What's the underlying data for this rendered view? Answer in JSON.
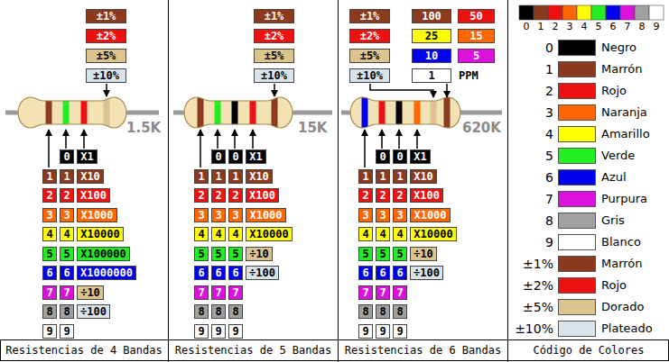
{
  "diagram": {
    "nodes": [
      {
        "text": [
          "±1%"
        ]
      },
      {
        "text": [
          "±2%"
        ]
      },
      {
        "text": [
          "±5%"
        ]
      },
      {
        "text": [
          "±10%"
        ]
      },
      {
        "text": [
          "1"
        ]
      },
      {
        "text": [
          "2"
        ]
      },
      {
        "text": [
          "3"
        ]
      },
      {
        "text": [
          "4"
        ]
      },
      {
        "text": [
          "5"
        ]
      },
      {
        "text": [
          "6"
        ]
      },
      {
        "text": [
          "7"
        ]
      },
      {
        "text": [
          "8"
        ]
      },
      {
        "text": [
          "9"
        ]
      },
      {
        "text": [
          "0"
        ]
      },
      {
        "text": [
          "1"
        ]
      },
      {
        "text": [
          "2"
        ]
      },
      {
        "text": [
          "3"
        ]
      },
      {
        "text": [
          "4"
        ]
      },
      {
        "text": [
          "5"
        ]
      },
      {
        "text": [
          "6"
        ]
      },
      {
        "text": [
          "7"
        ]
      },
      {
        "text": [
          "8"
        ]
      },
      {
        "text": [
          "9"
        ]
      },
      {
        "text": [
          "X1"
        ]
      },
      {
        "text": [
          "X10"
        ]
      },
      {
        "text": [
          "X100"
        ]
      },
      {
        "text": [
          "X1000"
        ]
      },
      {
        "text": [
          "X10000"
        ]
      },
      {
        "text": [
          "X100000"
        ]
      },
      {
        "text": [
          "X1000000"
        ]
      },
      {
        "text": [
          "÷10"
        ]
      },
      {
        "text": [
          "÷100"
        ]
      },
      {
        "text": [
          "±1%"
        ]
      },
      {
        "text": [
          "±2%"
        ]
      },
      {
        "text": [
          "±5%"
        ]
      },
      {
        "text": [
          "±10%"
        ]
      },
      {
        "text": [
          "1"
        ]
      },
      {
        "text": [
          "2"
        ]
      },
      {
        "text": [
          "3"
        ]
      },
      {
        "text": [
          "4"
        ]
      },
      {
        "text": [
          "5"
        ]
      },
      {
        "text": [
          "6"
        ]
      },
      {
        "text": [
          "7"
        ]
      },
      {
        "text": [
          "8"
        ]
      },
      {
        "text": [
          "9"
        ]
      },
      {
        "text": [
          "0"
        ]
      },
      {
        "text": [
          "1"
        ]
      },
      {
        "text": [
          "2"
        ]
      },
      {
        "text": [
          "3"
        ]
      },
      {
        "text": [
          "4"
        ]
      },
      {
        "text": [
          "5"
        ]
      },
      {
        "text": [
          "6"
        ]
      },
      {
        "text": [
          "7"
        ]
      },
      {
        "text": [
          "8"
        ]
      },
      {
        "text": [
          "9"
        ]
      },
      {
        "text": [
          "0"
        ]
      },
      {
        "text": [
          "1"
        ]
      },
      {
        "text": [
          "2"
        ]
      },
      {
        "text": [
          "3"
        ]
      },
      {
        "text": [
          "4"
        ]
      },
      {
        "text": [
          "5"
        ]
      },
      {
        "text": [
          "6"
        ]
      },
      {
        "text": [
          "7"
        ]
      },
      {
        "text": [
          "8"
        ]
      },
      {
        "text": [
          "9"
        ]
      },
      {
        "text": [
          "X1"
        ]
      },
      {
        "text": [
          "X10"
        ]
      },
      {
        "text": [
          "X100"
        ]
      },
      {
        "text": [
          "X1000"
        ]
      },
      {
        "text": [
          "X10000"
        ]
      },
      {
        "text": [
          "÷10"
        ]
      },
      {
        "text": [
          "÷100"
        ]
      },
      {
        "text": [
          "±1%"
        ]
      },
      {
        "text": [
          "±2%"
        ]
      },
      {
        "text": [
          "±5%"
        ]
      },
      {
        "text": [
          "±10%"
        ]
      },
      {
        "text": [
          "100"
        ]
      },
      {
        "text": [
          "50"
        ]
      },
      {
        "text": [
          "25"
        ]
      },
      {
        "text": [
          "15"
        ]
      },
      {
        "text": [
          "10"
        ]
      },
      {
        "text": [
          "5"
        ]
      },
      {
        "text": [
          "1"
        ]
      },
      {
        "text": [
          "1"
        ]
      },
      {
        "text": [
          "2"
        ]
      },
      {
        "text": [
          "3"
        ]
      },
      {
        "text": [
          "4"
        ]
      },
      {
        "text": [
          "5"
        ]
      },
      {
        "text": [
          "6"
        ]
      },
      {
        "text": [
          "7"
        ]
      },
      {
        "text": [
          "8"
        ]
      },
      {
        "text": [
          "9"
        ]
      },
      {
        "text": [
          "0"
        ]
      },
      {
        "text": [
          "1"
        ]
      },
      {
        "text": [
          "2"
        ]
      },
      {
        "text": [
          "3"
        ]
      },
      {
        "text": [
          "4"
        ]
      },
      {
        "text": [
          "5"
        ]
      },
      {
        "text": [
          "6"
        ]
      },
      {
        "text": [
          "7"
        ]
      },
      {
        "text": [
          "8"
        ]
      },
      {
        "text": [
          "9"
        ]
      },
      {
        "text": [
          "0"
        ]
      },
      {
        "text": [
          "1"
        ]
      },
      {
        "text": [
          "2"
        ]
      },
      {
        "text": [
          "3"
        ]
      },
      {
        "text": [
          "4"
        ]
      },
      {
        "text": [
          "5"
        ]
      },
      {
        "text": [
          "6"
        ]
      },
      {
        "text": [
          "7"
        ]
      },
      {
        "text": [
          "8"
        ]
      },
      {
        "text": [
          "9"
        ]
      },
      {
        "text": [
          "X1"
        ]
      },
      {
        "text": [
          "X10"
        ]
      },
      {
        "text": [
          "X100"
        ]
      },
      {
        "text": [
          "X1000"
        ]
      },
      {
        "text": [
          "X10000"
        ]
      },
      {
        "text": [
          "÷10"
        ]
      },
      {
        "text": [
          "÷100"
        ]
      }
    ],
    "labels": [
      "1.5K",
      "15K",
      "620K",
      "PPM",
      "0",
      "1",
      "2",
      "3",
      "4",
      "5",
      "6",
      "7",
      "8",
      "9",
      "0",
      "1",
      "2",
      "3",
      "4",
      "5",
      "6",
      "7",
      "8",
      "9",
      "±1%",
      "±2%",
      "±5%",
      "±10%",
      "Resistencias de 4 Bandas",
      "Resistencias de 5 Bandas",
      "Resistencias de 6 Bandas",
      "Código de Colores"
    ],
    "legend": [
      {
        "text": "Negro",
        "color": "#000000"
      },
      {
        "text": "Marrón",
        "color": "#8b3a1e"
      },
      {
        "text": "Rojo",
        "color": "#ee1111"
      },
      {
        "text": "Naranja",
        "color": "#ff6600"
      },
      {
        "text": "Amarillo",
        "color": "#ffff00"
      },
      {
        "text": "Verde",
        "color": "#22ee22"
      },
      {
        "text": "Azul",
        "color": "#0000ee"
      },
      {
        "text": "Purpura",
        "color": "#dd11dd"
      },
      {
        "text": "Gris",
        "color": "#a0a0a0"
      },
      {
        "text": "Blanco",
        "color": "#ffffff"
      },
      {
        "text": "Marrón",
        "color": "#8b3a1e"
      },
      {
        "text": "Rojo",
        "color": "#ee1111"
      },
      {
        "text": "Dorado",
        "color": "#dcc48e"
      },
      {
        "text": "Plateado",
        "color": "#d8e4ea"
      }
    ]
  }
}
